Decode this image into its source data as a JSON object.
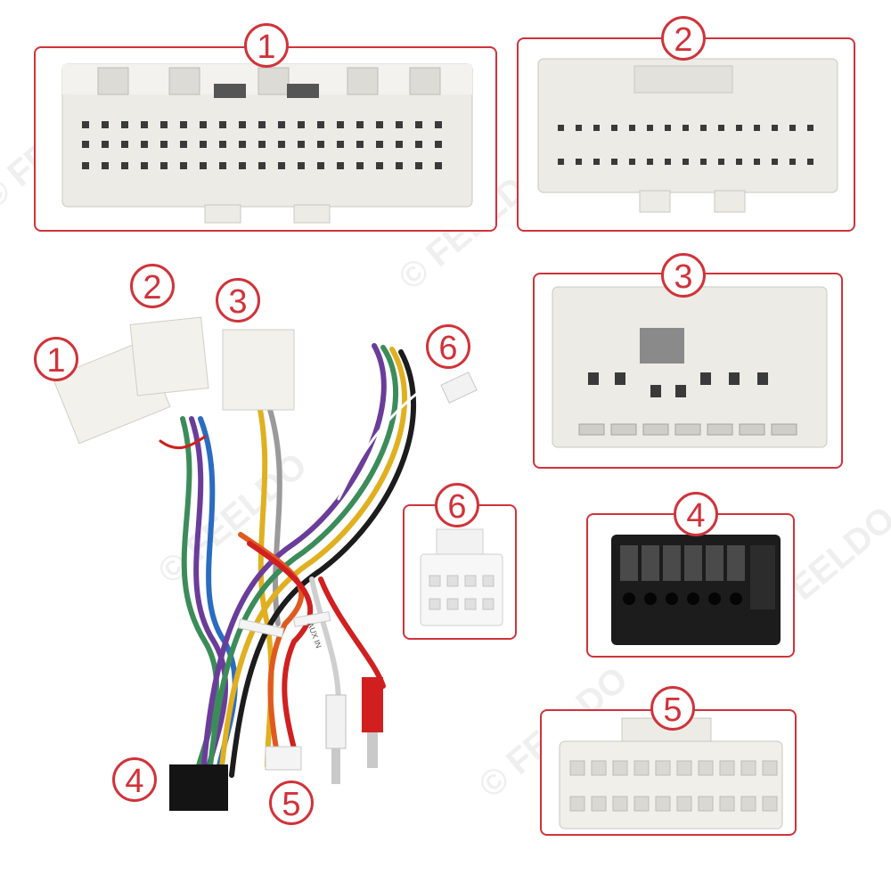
{
  "labels": {
    "p1": "1",
    "p2": "2",
    "p3": "3",
    "p4": "4",
    "p5": "5",
    "p6": "6",
    "h1": "1",
    "h2": "2",
    "h3": "3",
    "h4": "4",
    "h5": "5",
    "h6": "6"
  },
  "rca_tag": "AUX IN",
  "watermark": "© FEELDO"
}
